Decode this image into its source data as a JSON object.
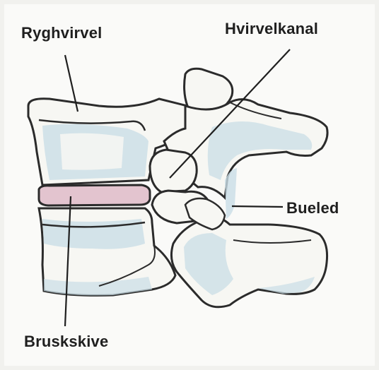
{
  "labels": {
    "ryghvirvel": "Ryghvirvel",
    "hvirvelkanal": "Hvirvelkanal",
    "bueled": "Bueled",
    "bruskskive": "Bruskskive"
  },
  "colors": {
    "bone_fill": "#f7f7f3",
    "bone_shade": "#c9dde6",
    "bone_outline": "#2b2b2b",
    "disc_fill": "#e3c4cf",
    "leader_line": "#1f1f1f"
  }
}
